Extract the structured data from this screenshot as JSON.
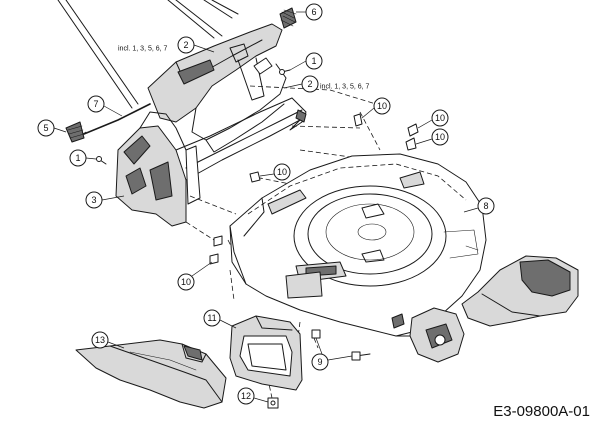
{
  "callouts": [
    {
      "id": "1a",
      "label": "1"
    },
    {
      "id": "1b",
      "label": "1"
    },
    {
      "id": "2a",
      "label": "2"
    },
    {
      "id": "2b",
      "label": "2"
    },
    {
      "id": "3",
      "label": "3"
    },
    {
      "id": "5",
      "label": "5"
    },
    {
      "id": "6",
      "label": "6"
    },
    {
      "id": "7",
      "label": "7"
    },
    {
      "id": "8",
      "label": "8"
    },
    {
      "id": "9",
      "label": "9"
    },
    {
      "id": "10a",
      "label": "10"
    },
    {
      "id": "10b",
      "label": "10"
    },
    {
      "id": "10c",
      "label": "10"
    },
    {
      "id": "10d",
      "label": "10"
    },
    {
      "id": "10e",
      "label": "10"
    },
    {
      "id": "11",
      "label": "11"
    },
    {
      "id": "12",
      "label": "12"
    },
    {
      "id": "13",
      "label": "13"
    }
  ],
  "notes": {
    "incl_top": "incl. 1, 3, 5, 6, 7",
    "incl_right": "incl. 1, 3, 5, 6, 7"
  },
  "drawing_code": "E3-09800A-01"
}
